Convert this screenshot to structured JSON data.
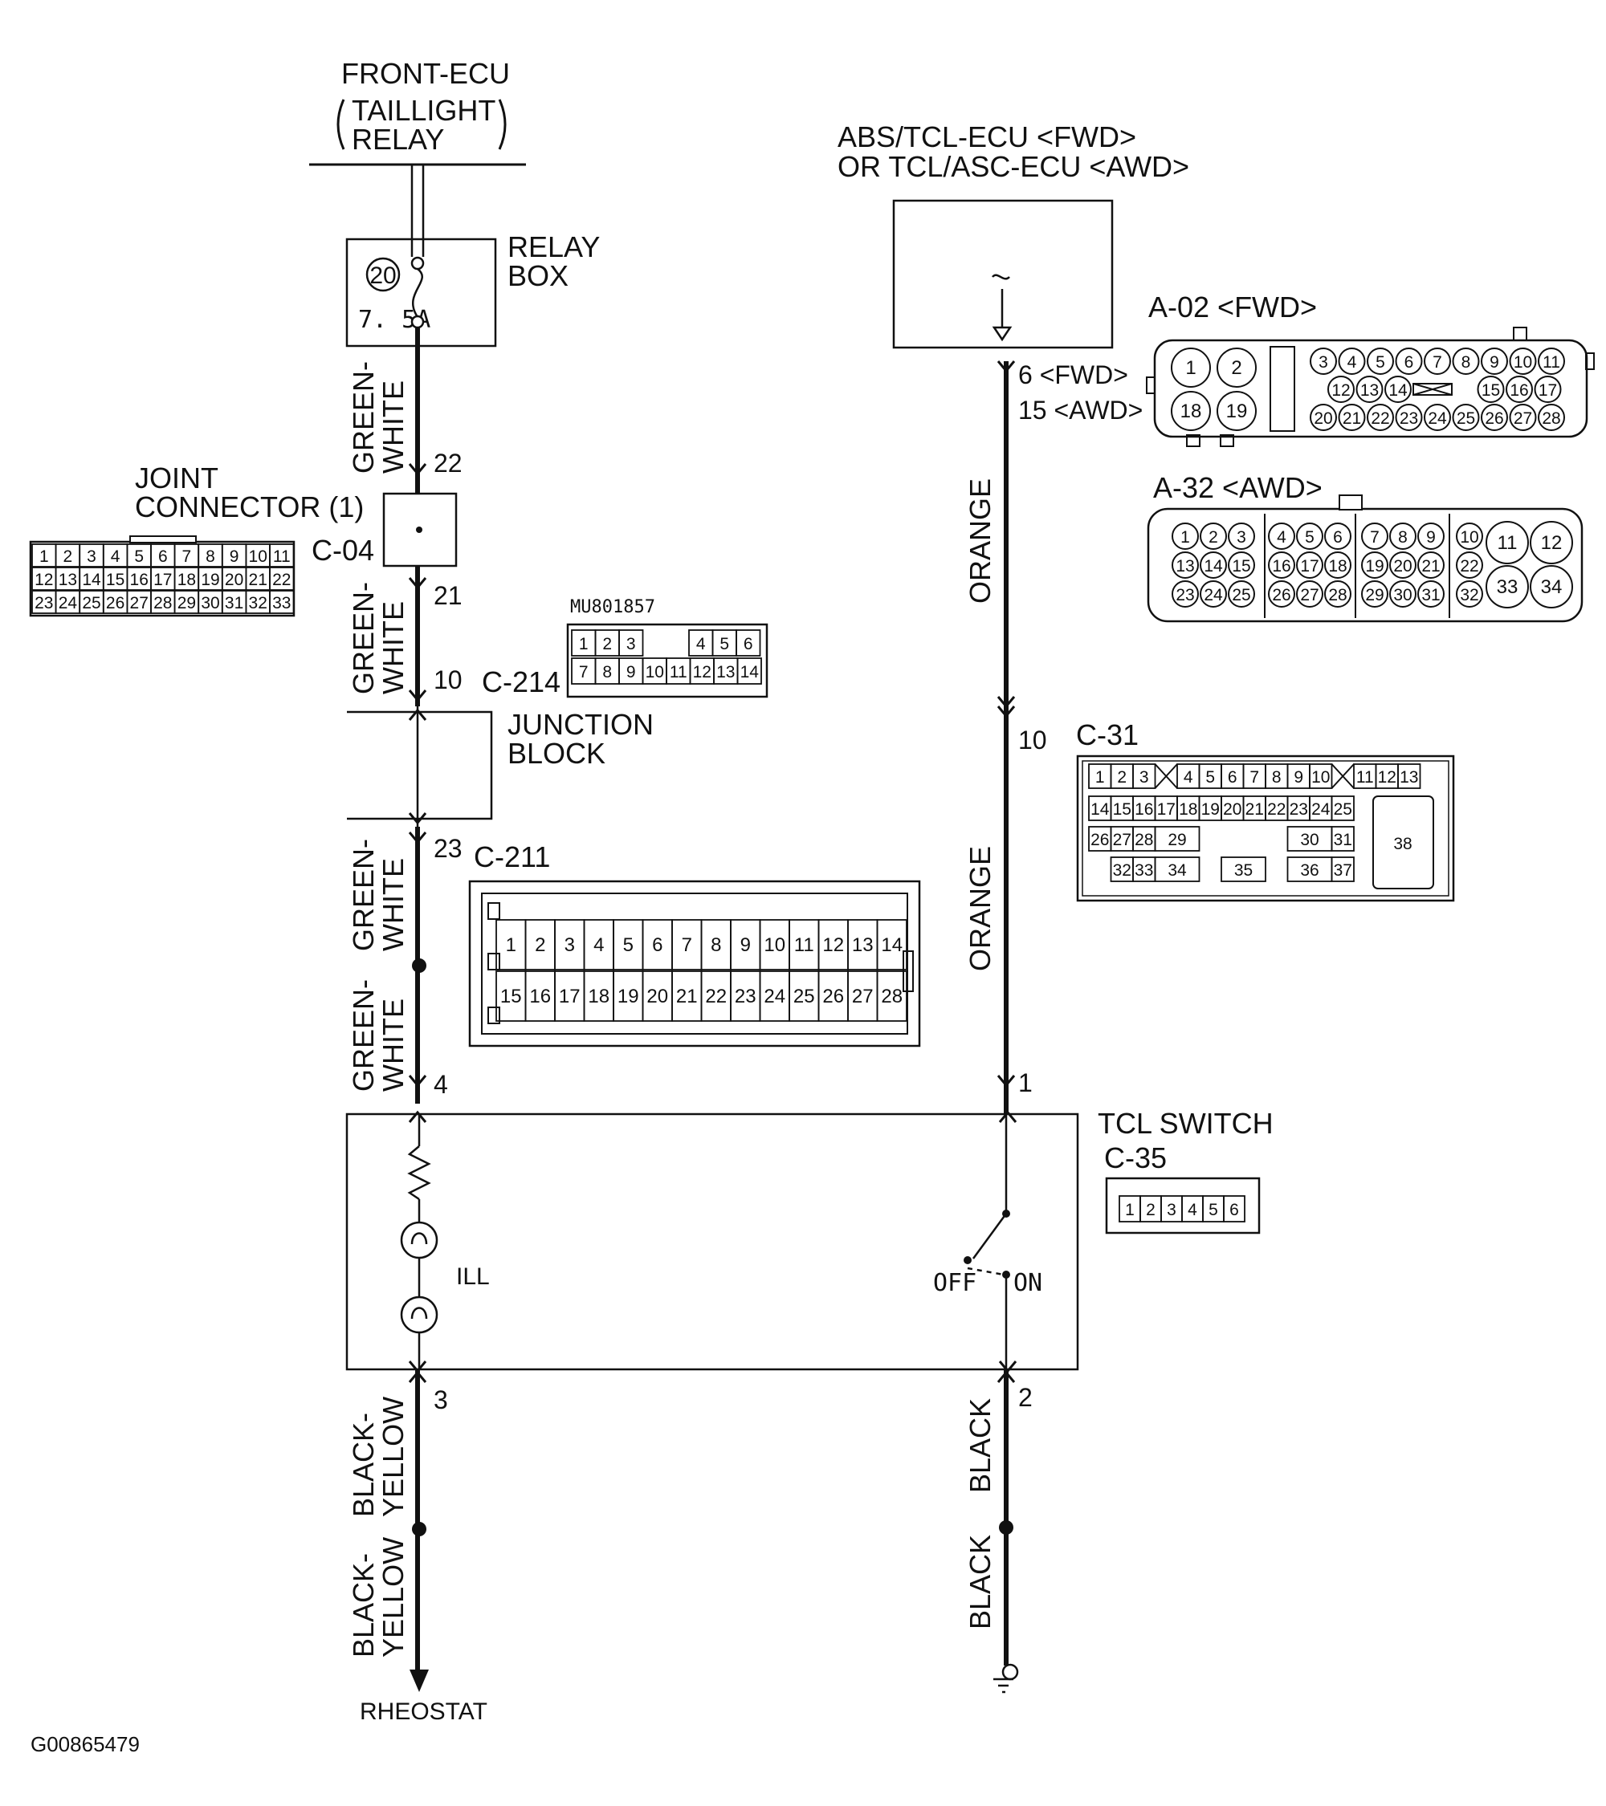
{
  "front_ecu": {
    "line1": "FRONT-ECU",
    "line2": "TAILLIGHT",
    "line3": "RELAY"
  },
  "relay_box": {
    "line1": "RELAY",
    "line2": "BOX",
    "fuse_no": "20",
    "fuse_rating": "7. 5A"
  },
  "abs_ecu": {
    "line1": "ABS/TCL-ECU <FWD>",
    "line2": "OR TCL/ASC-ECU <AWD>"
  },
  "ecu_pins": {
    "fwd": "6 <FWD>",
    "awd": "15 <AWD>"
  },
  "joint_connector": {
    "line1": "JOINT",
    "line2": "CONNECTOR (1)",
    "code": "C-04",
    "pin_in": "22",
    "pin_out": "21"
  },
  "junction_block": {
    "line1": "JUNCTION",
    "line2": "BLOCK",
    "code_in": "C-214",
    "pin_in": "10",
    "code_out": "C-211",
    "pin_out": "23",
    "part_no": "MU801857"
  },
  "tcl_switch": {
    "name": "TCL SWITCH",
    "code": "C-35",
    "ill": "ILL",
    "off": "OFF",
    "on": "ON",
    "pin_top_left": "4",
    "pin_top_right": "1",
    "pin_bottom_left": "3",
    "pin_bottom_right": "2"
  },
  "c31": {
    "code": "C-31",
    "pin": "10"
  },
  "a02": {
    "label": "A-02 <FWD>"
  },
  "a32": {
    "label": "A-32 <AWD>"
  },
  "wires": {
    "green_white": [
      "GREEN-",
      "WHITE"
    ],
    "orange": "ORANGE",
    "black_yellow": [
      "BLACK-",
      "YELLOW"
    ],
    "black": "BLACK"
  },
  "rheostat": "RHEOSTAT",
  "figure_id": "G00865479",
  "connectors": {
    "c04_rows": [
      [
        "1",
        "2",
        "3",
        "4",
        "5",
        "6",
        "7",
        "8",
        "9",
        "10",
        "11"
      ],
      [
        "12",
        "13",
        "14",
        "15",
        "16",
        "17",
        "18",
        "19",
        "20",
        "21",
        "22"
      ],
      [
        "23",
        "24",
        "25",
        "26",
        "27",
        "28",
        "29",
        "30",
        "31",
        "32",
        "33"
      ]
    ],
    "c214_rows": [
      [
        "1",
        "2",
        "3",
        "",
        "4",
        "5",
        "6"
      ],
      [
        "7",
        "8",
        "9",
        "10",
        "11",
        "12",
        "13",
        "14"
      ]
    ],
    "c211_rows": [
      [
        "1",
        "2",
        "3",
        "4",
        "5",
        "6",
        "7",
        "8",
        "9",
        "10",
        "11",
        "12",
        "13",
        "14"
      ],
      [
        "15",
        "16",
        "17",
        "18",
        "19",
        "20",
        "21",
        "22",
        "23",
        "24",
        "25",
        "26",
        "27",
        "28"
      ]
    ],
    "c35_pins": [
      "1",
      "2",
      "3",
      "4",
      "5",
      "6"
    ],
    "a02_big": [
      "1",
      "2",
      "18",
      "19"
    ],
    "a02_rows": [
      [
        "3",
        "4",
        "5",
        "6",
        "7",
        "8",
        "9",
        "10",
        "11"
      ],
      [
        "12",
        "13",
        "14",
        "15",
        "16",
        "17"
      ],
      [
        "20",
        "21",
        "22",
        "23",
        "24",
        "25",
        "26",
        "27",
        "28"
      ]
    ],
    "a32_rows": [
      [
        "1",
        "2",
        "3",
        "4",
        "5",
        "6",
        "7",
        "8",
        "9",
        "10"
      ],
      [
        "13",
        "14",
        "15",
        "16",
        "17",
        "18",
        "19",
        "20",
        "21",
        "22"
      ],
      [
        "23",
        "24",
        "25",
        "26",
        "27",
        "28",
        "29",
        "30",
        "31",
        "32"
      ]
    ],
    "a32_big": [
      "11",
      "12",
      "33",
      "34"
    ],
    "c31_rows": [
      [
        "1",
        "2",
        "3",
        "4",
        "5",
        "6",
        "7",
        "8",
        "9",
        "10",
        "11",
        "12",
        "13"
      ],
      [
        "14",
        "15",
        "16",
        "17",
        "18",
        "19",
        "20",
        "21",
        "22",
        "23",
        "24",
        "25"
      ],
      [
        "26",
        "27",
        "28",
        "29",
        "30",
        "31"
      ],
      [
        "32",
        "33",
        "34",
        "35",
        "36",
        "37"
      ]
    ],
    "c31_big": "38"
  }
}
